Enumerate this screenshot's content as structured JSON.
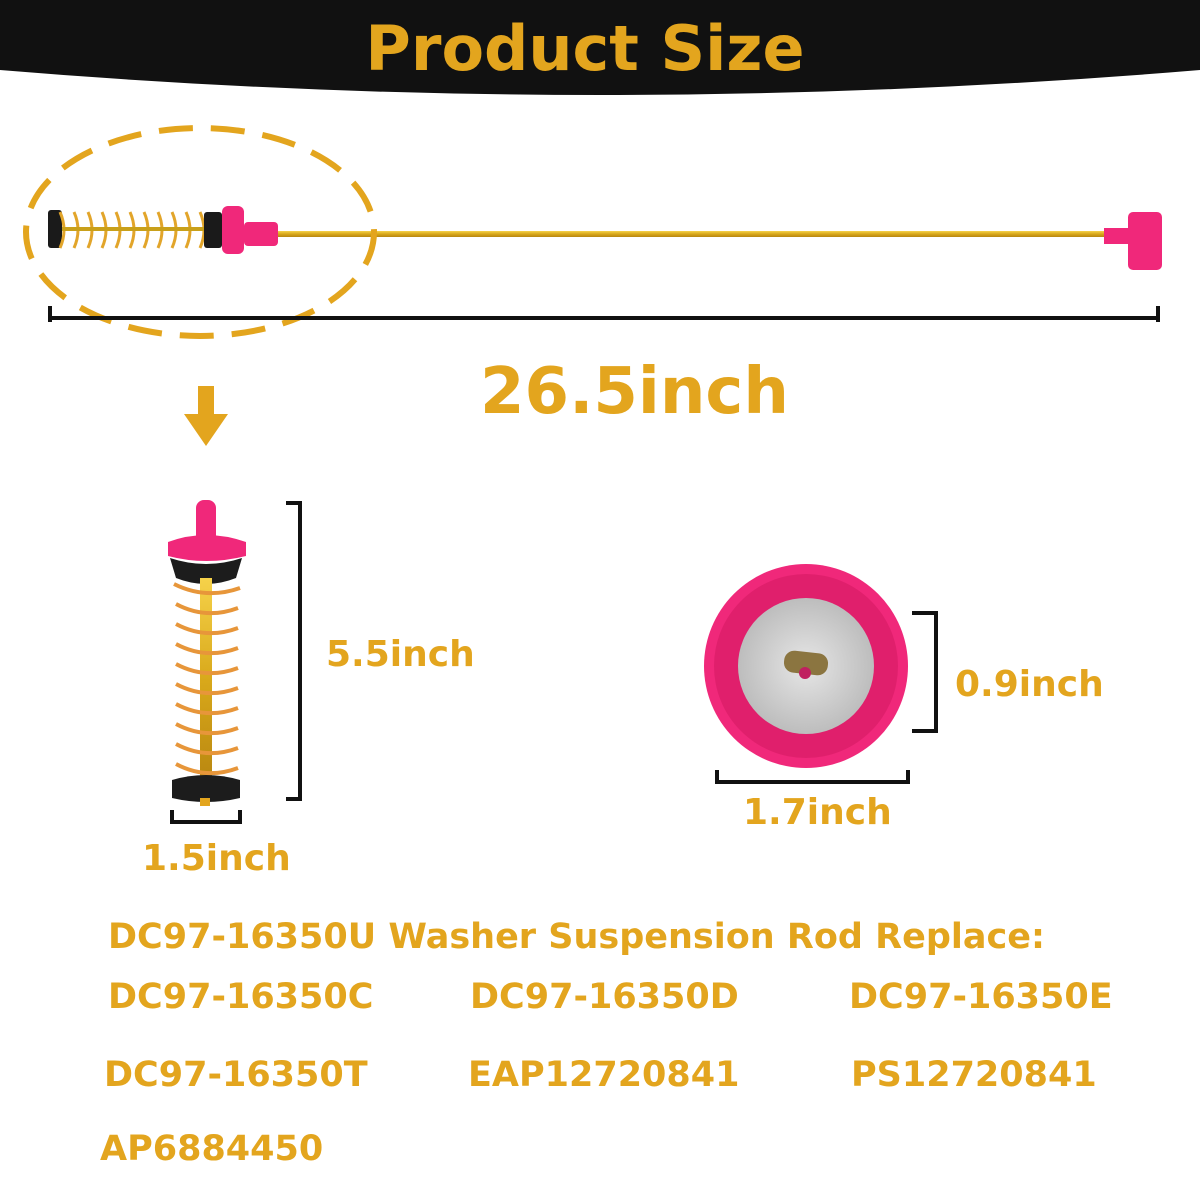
{
  "header": {
    "title": "Product Size"
  },
  "dimensions": {
    "total_length": "26.5inch",
    "spring_length": "5.5inch",
    "spring_width": "1.5inch",
    "cap_height": "0.9inch",
    "cap_diameter": "1.7inch"
  },
  "compatibility": {
    "title": "DC97-16350U Washer Suspension Rod Replace:",
    "parts": [
      "DC97-16350C",
      "DC97-16350D",
      "DC97-16350E",
      "DC97-16350T",
      "EAP12720841",
      "PS12720841",
      "AP6884450"
    ]
  },
  "colors": {
    "header_band": "#111111",
    "accent": "#E3A51E",
    "rod_pink": "#F0287A",
    "rod_gold": "#D8B21E",
    "dimension_line": "#111111"
  },
  "icons": {
    "down_arrow": "arrow-down-icon",
    "highlight": "dashed-ellipse-highlight"
  }
}
